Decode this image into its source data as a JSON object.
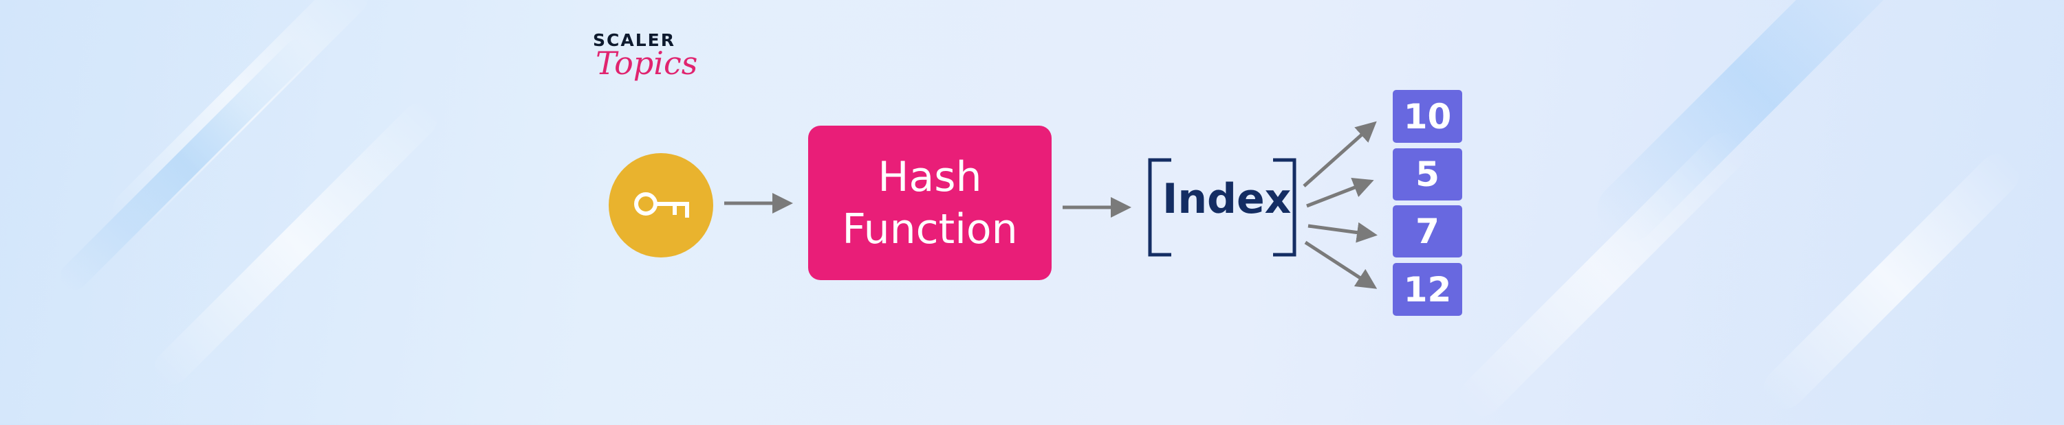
{
  "logo": {
    "line1": "SCALER",
    "line2": "Topics"
  },
  "diagram": {
    "key_icon": "key-icon",
    "hash_function": {
      "line1": "Hash",
      "line2": "Function"
    },
    "index_label": "Index",
    "buckets": [
      "10",
      "5",
      "7",
      "12"
    ]
  },
  "colors": {
    "key": "#e9b32e",
    "hash": "#e91e78",
    "index": "#142d63",
    "bucket": "#6868e0",
    "arrow": "#7a7a7a"
  }
}
